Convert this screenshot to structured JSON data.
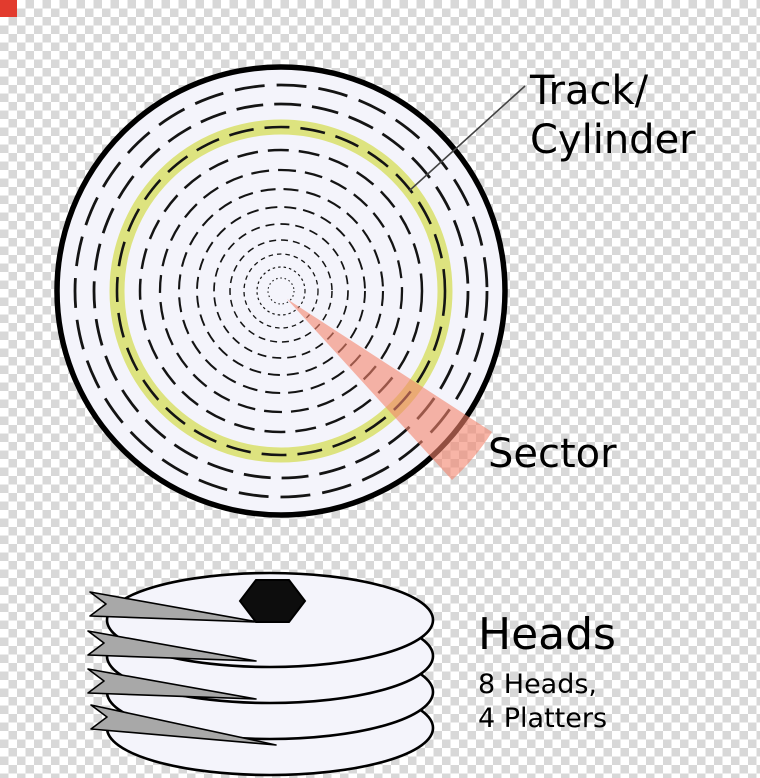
{
  "labels": {
    "track_line1": "Track/",
    "track_line2": "Cylinder",
    "sector": "Sector",
    "heads": "Heads",
    "heads_detail": "8 Heads,",
    "platters_detail": "4 Platters"
  },
  "colors": {
    "track_highlight": "#dde37f",
    "sector_fill": "#f4846c",
    "disk_fill": "#f4f4fb",
    "platter_fill": "#f4f4fb",
    "arm_fill": "#a8a8a8",
    "spindle_fill": "#0d0d0d",
    "corner_marker": "#e23b2e"
  }
}
